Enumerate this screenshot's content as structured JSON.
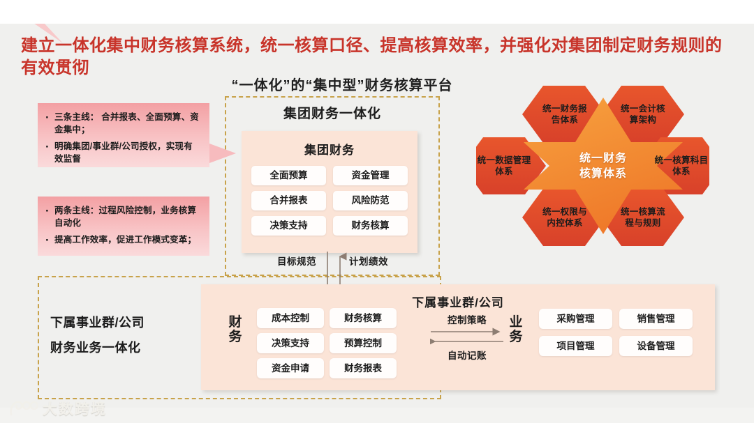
{
  "headline": "建立一体化集中财务核算系统，统一核算口径、提高核算效率，并强化对集团制定财务规则的有效贯彻",
  "platform_title": "“一体化”的“集中型”财务核算平台",
  "callouts": [
    {
      "bullets": [
        "三条主线： 合并报表、全面预算、资金集中；",
        "明确集团/事业群/公司授权，实现有效监督"
      ]
    },
    {
      "bullets": [
        "两条主线：过程风险控制，业务核算自动化",
        "提高工作效率，促进工作模式变革；"
      ]
    }
  ],
  "group": {
    "dashed_label": "集团财务一体化",
    "panel_title": "集团财务",
    "chips": [
      "全面预算",
      "资金管理",
      "合并报表",
      "风险防范",
      "决策支持",
      "财务核算"
    ]
  },
  "flow": {
    "down_label": "目标规范",
    "up_label": "计划绩效"
  },
  "lower": {
    "left_label_line1": "下属事业群/公司",
    "left_label_line2": "财务业务一体化",
    "panel_title": "下属事业群/公司",
    "finance_word": "财务",
    "business_word": "业务",
    "finance_chips": [
      "成本控制",
      "财务核算",
      "决策支持",
      "预算控制",
      "资金申请",
      "财务报表"
    ],
    "business_chips": [
      "采购管理",
      "销售管理",
      "项目管理",
      "设备管理"
    ],
    "arrow_top_label": "控制策略",
    "arrow_bottom_label": "自动记账"
  },
  "hexagram": {
    "center": "统一财务\n核算体系",
    "center_line1": "统一财务",
    "center_line2": "核算体系",
    "nodes": [
      {
        "label": "统一财务报\n告体系",
        "line1": "统一财务报",
        "line2": "告体系",
        "position": "top-left"
      },
      {
        "label": "统一会计核\n算架构",
        "line1": "统一会计核",
        "line2": "算架构",
        "position": "top-right"
      },
      {
        "label": "统一核算科目\n体系",
        "line1": "统一核算科目",
        "line2": "体系",
        "position": "right"
      },
      {
        "label": "统一核算流\n程与规则",
        "line1": "统一核算流",
        "line2": "程与规则",
        "position": "bottom-right"
      },
      {
        "label": "统一权限与\n内控体系",
        "line1": "统一权限与",
        "line2": "内控体系",
        "position": "bottom-left"
      },
      {
        "label": "统一数据管理\n体系",
        "line1": "统一数据管理",
        "line2": "体系",
        "position": "left"
      }
    ]
  },
  "watermark": {
    "text": "大数跨境"
  },
  "colors": {
    "headline_red": "#c8342a",
    "hex_outer": "#e14e2b",
    "hex_center": "#f59236",
    "callout_pink": "#f3a0a3",
    "panel_peach": "#fbe4d7",
    "dash_gold": "#c8a24a",
    "background": "#f0f0ee"
  }
}
